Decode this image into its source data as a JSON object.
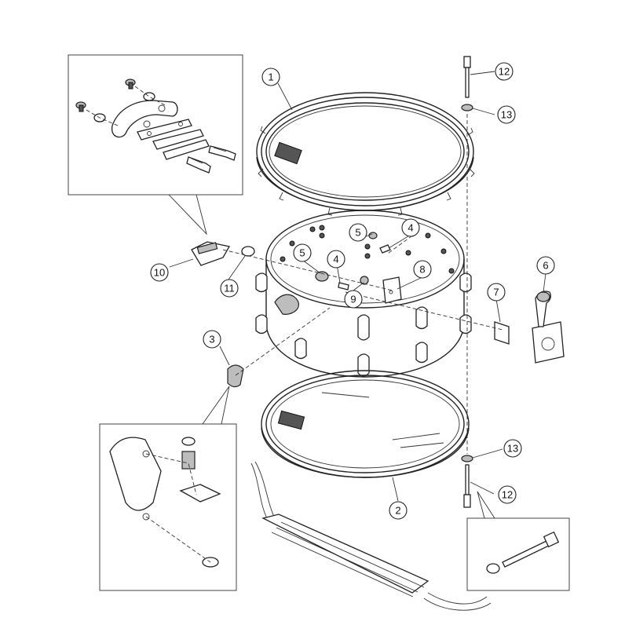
{
  "diagram": {
    "callouts": [
      "1",
      "2",
      "3",
      "4",
      "4",
      "5",
      "5",
      "6",
      "7",
      "8",
      "9",
      "10",
      "11",
      "12",
      "12",
      "13",
      "13"
    ]
  }
}
